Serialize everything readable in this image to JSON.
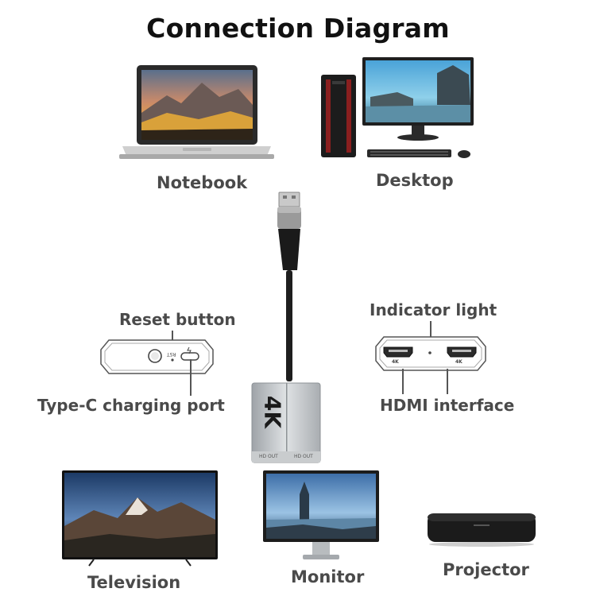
{
  "title": "Connection Diagram",
  "devices": {
    "notebook": "Notebook",
    "desktop": "Desktop",
    "television": "Television",
    "monitor": "Monitor",
    "projector": "Projector"
  },
  "callouts": {
    "reset_button": "Reset button",
    "type_c_port": "Type-C charging port",
    "indicator_light": "Indicator light",
    "hdmi_interface": "HDMI interface"
  },
  "adapter": {
    "badge": "4K",
    "port_label_left": "HD OUT",
    "port_label_right": "HD OUT",
    "rst_label": "RST",
    "hdmi_port_mark": "4K"
  }
}
